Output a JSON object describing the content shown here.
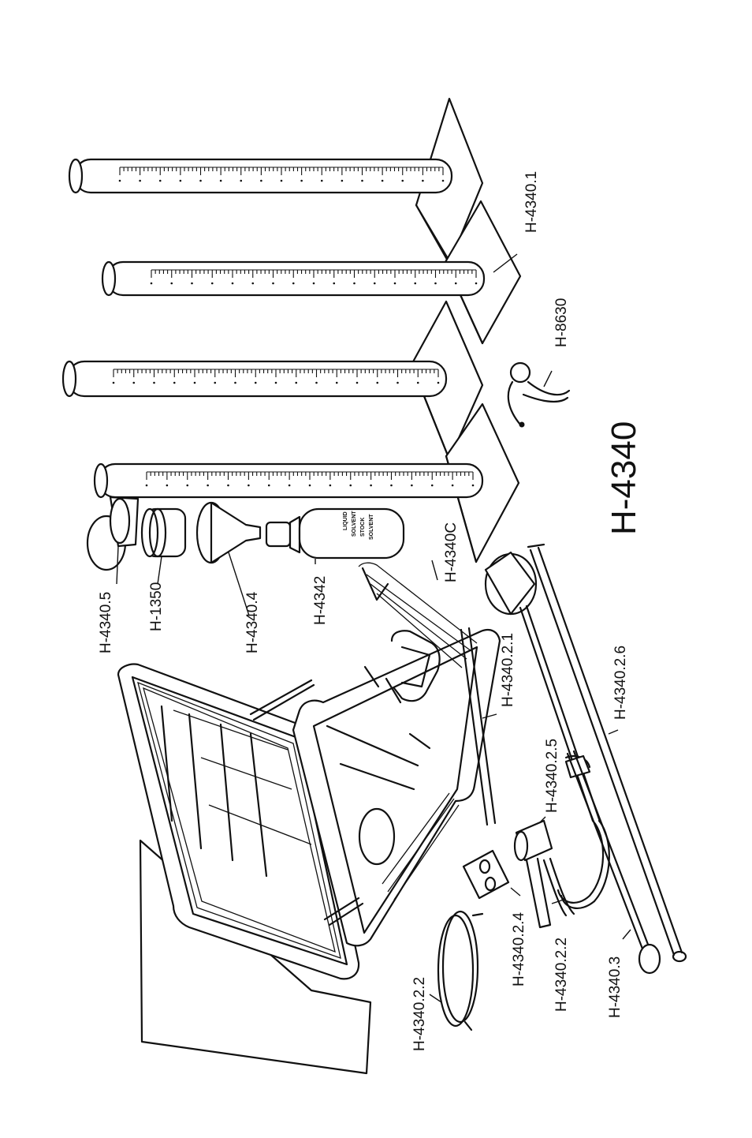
{
  "title": "H-4340",
  "callouts": [
    {
      "id": "c1",
      "label": "H-4340.1"
    },
    {
      "id": "c2",
      "label": "H-8630"
    },
    {
      "id": "c3",
      "label": "H-4340.5"
    },
    {
      "id": "c4",
      "label": "H-1350"
    },
    {
      "id": "c5",
      "label": "H-4340.4"
    },
    {
      "id": "c6",
      "label": "H-4342"
    },
    {
      "id": "c7",
      "label": "H-4340C"
    },
    {
      "id": "c8",
      "label": "H-4340.2.1"
    },
    {
      "id": "c9",
      "label": "H-4340.2.5"
    },
    {
      "id": "c10",
      "label": "H-4340.2.6"
    },
    {
      "id": "c11",
      "label": "H-4340.2.4"
    },
    {
      "id": "c12",
      "label": "H-4340.2.2"
    },
    {
      "id": "c13",
      "label": "H-4340.3"
    },
    {
      "id": "c14",
      "label": "H-4340.2.2"
    }
  ],
  "bottle_label": [
    "LIQUID",
    "SOLVENT",
    "STOCK",
    "SOLVENT"
  ]
}
